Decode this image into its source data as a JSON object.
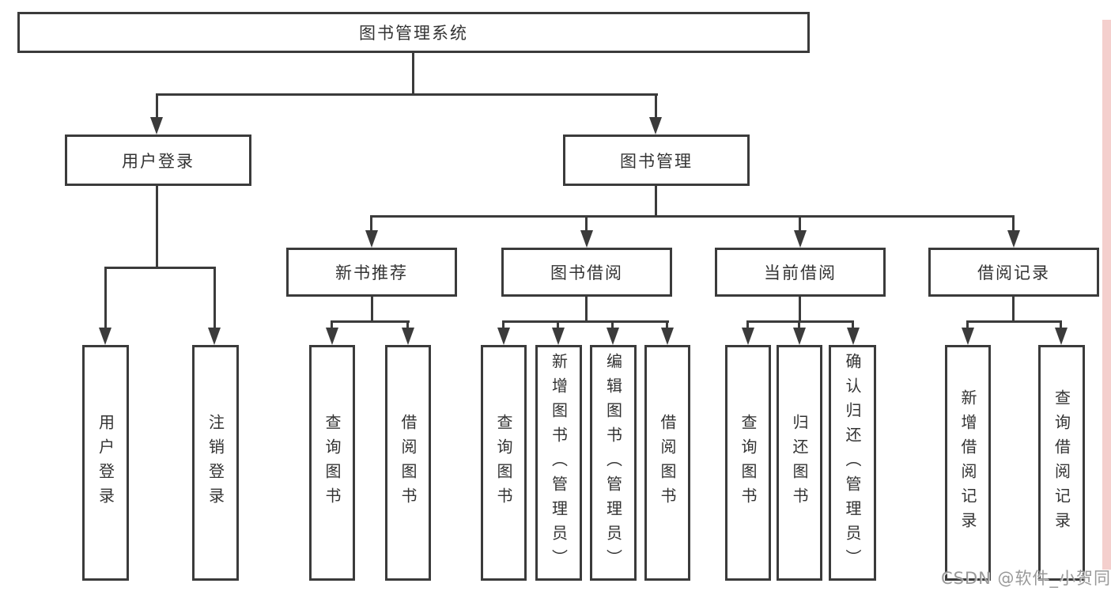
{
  "title": {
    "label": "图书管理系统"
  },
  "level2": {
    "login": {
      "label": "用户登录"
    },
    "manage": {
      "label": "图书管理"
    }
  },
  "level3": {
    "newbook": {
      "label": "新书推荐"
    },
    "borrow": {
      "label": "图书借阅"
    },
    "current": {
      "label": "当前借阅"
    },
    "records": {
      "label": "借阅记录"
    }
  },
  "leaves": {
    "login1": "用户登录",
    "login2": "注销登录",
    "newbook1": "查询图书",
    "newbook2": "借阅图书",
    "borrow1": "查询图书",
    "borrow2": "新增图书（管理员）",
    "borrow3": "编辑图书（管理员）",
    "borrow4": "借阅图书",
    "current1": "查询图书",
    "current2": "归还图书",
    "current3": "确认归还（管理员）",
    "records1": "新增借阅记录",
    "records2": "查询借阅记录"
  },
  "watermark": "CSDN @软件_小贺同学",
  "colors": {
    "line": "#3b3b3b",
    "text": "#333333",
    "watermark": "#949494",
    "right_strip": "#f4cfcd",
    "background": "#ffffff"
  }
}
